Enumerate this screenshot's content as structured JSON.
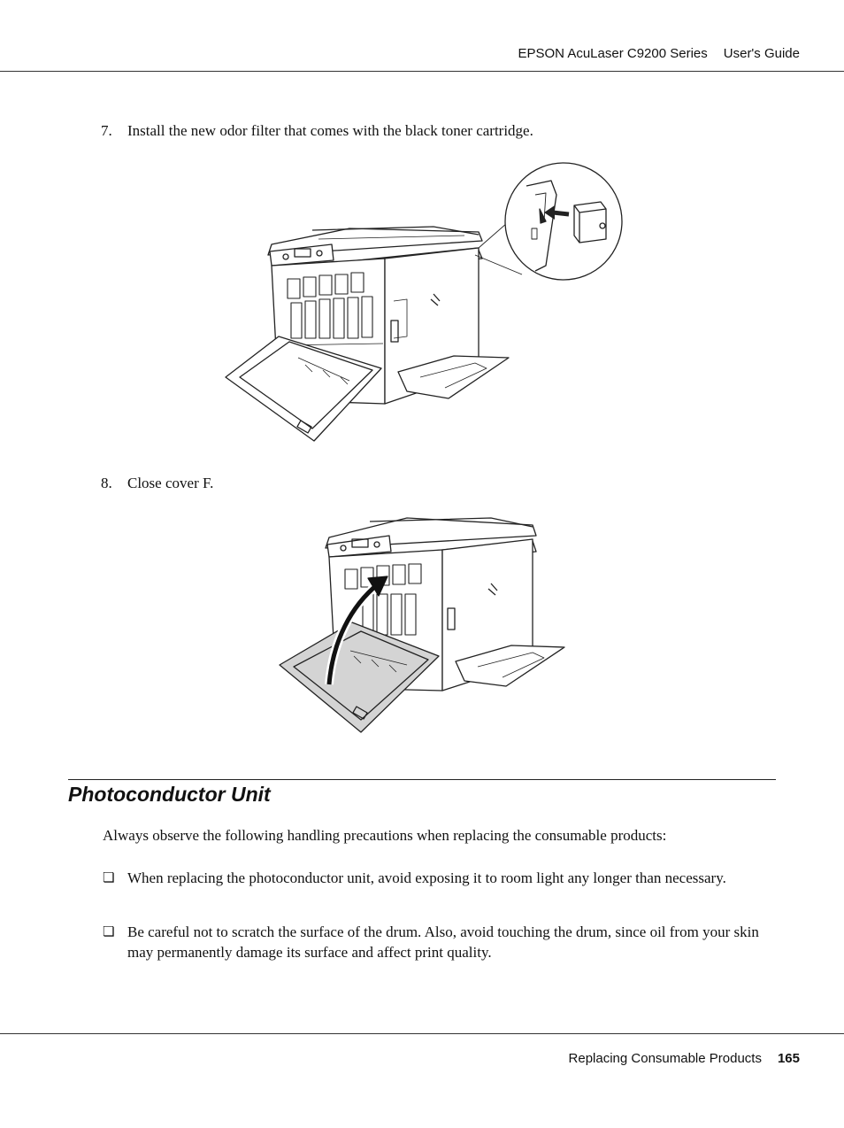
{
  "header": {
    "product": "EPSON AcuLaser C9200 Series",
    "guide": "User's Guide"
  },
  "steps": [
    {
      "number": "7.",
      "text": "Install the new odor filter that comes with the black toner cartridge."
    },
    {
      "number": "8.",
      "text": "Close cover F."
    }
  ],
  "section": {
    "title": "Photoconductor Unit",
    "intro": "Always observe the following handling precautions when replacing the consumable products:",
    "bullets": [
      {
        "marker": "❏",
        "text": "When replacing the photoconductor unit, avoid exposing it to room light any longer than necessary."
      },
      {
        "marker": "❏",
        "text": "Be careful not to scratch the surface of the drum. Also, avoid touching the drum, since oil from your skin may permanently damage its surface and affect print quality."
      }
    ]
  },
  "footer": {
    "chapter": "Replacing Consumable Products",
    "page": "165"
  }
}
